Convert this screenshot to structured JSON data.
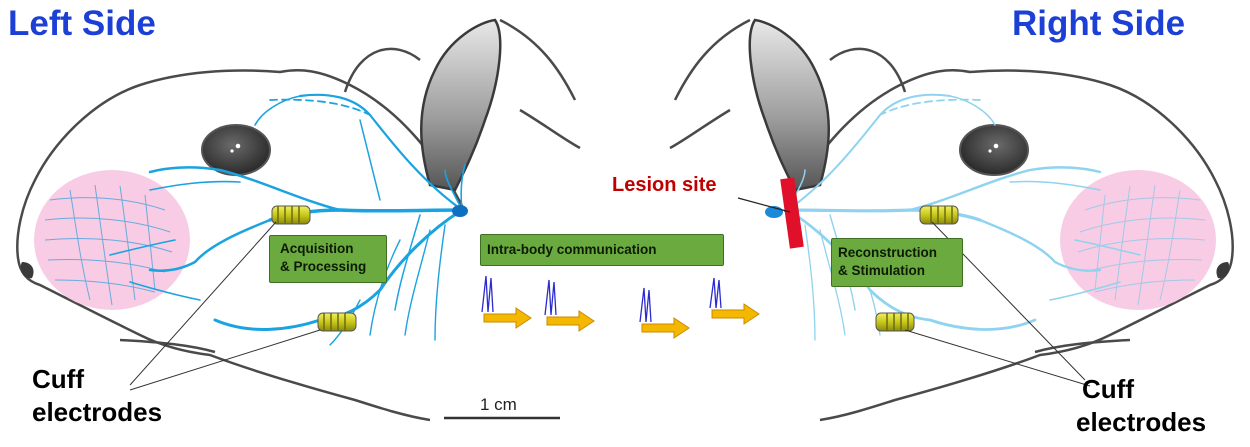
{
  "titles": {
    "left": "Left Side",
    "right": "Right Side"
  },
  "labels": {
    "cuff_left": [
      "Cuff",
      "electrodes"
    ],
    "cuff_right": [
      "Cuff",
      "electrodes"
    ],
    "acquisition": [
      "Acquisition",
      "& Processing"
    ],
    "intra_body": "Intra-body communication",
    "reconstruction": [
      "Reconstruction",
      "& Stimulation"
    ],
    "lesion": "Lesion site",
    "scale_bar": "1 cm"
  },
  "colors": {
    "title_blue": "#1c3fd6",
    "nerve_left": "#1aa3e0",
    "nerve_right": "#8fd3f0",
    "box_green": "#6aaa3f",
    "lesion_red": "#e0102a",
    "lesion_text": "#c00000",
    "whisker_pad_pink": "#f7cce4",
    "electrode_yellow": "#d8d81c",
    "arrow_orange": "#f5b800",
    "spike_blue": "#2b2bd0"
  }
}
